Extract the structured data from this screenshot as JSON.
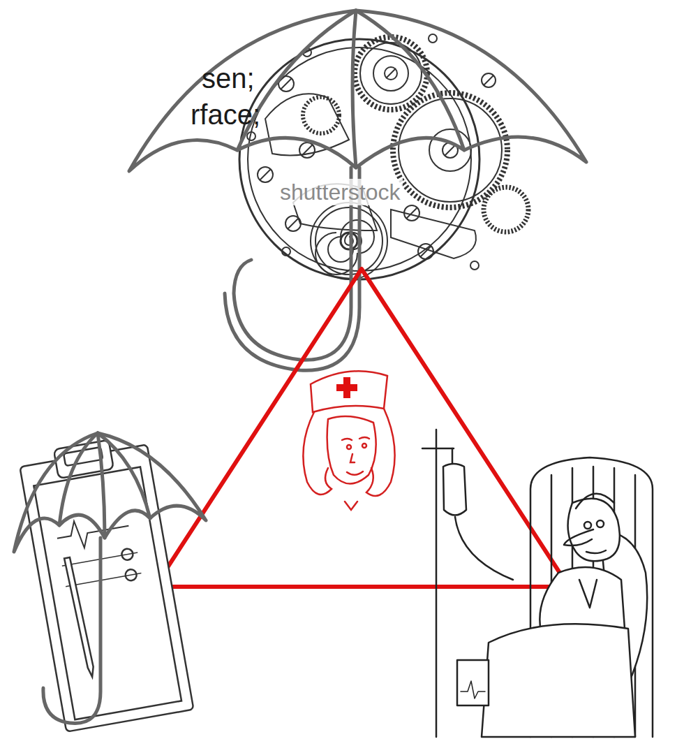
{
  "diagram": {
    "labels": [
      "sen;",
      "rface;",
      "shutterstock"
    ]
  }
}
